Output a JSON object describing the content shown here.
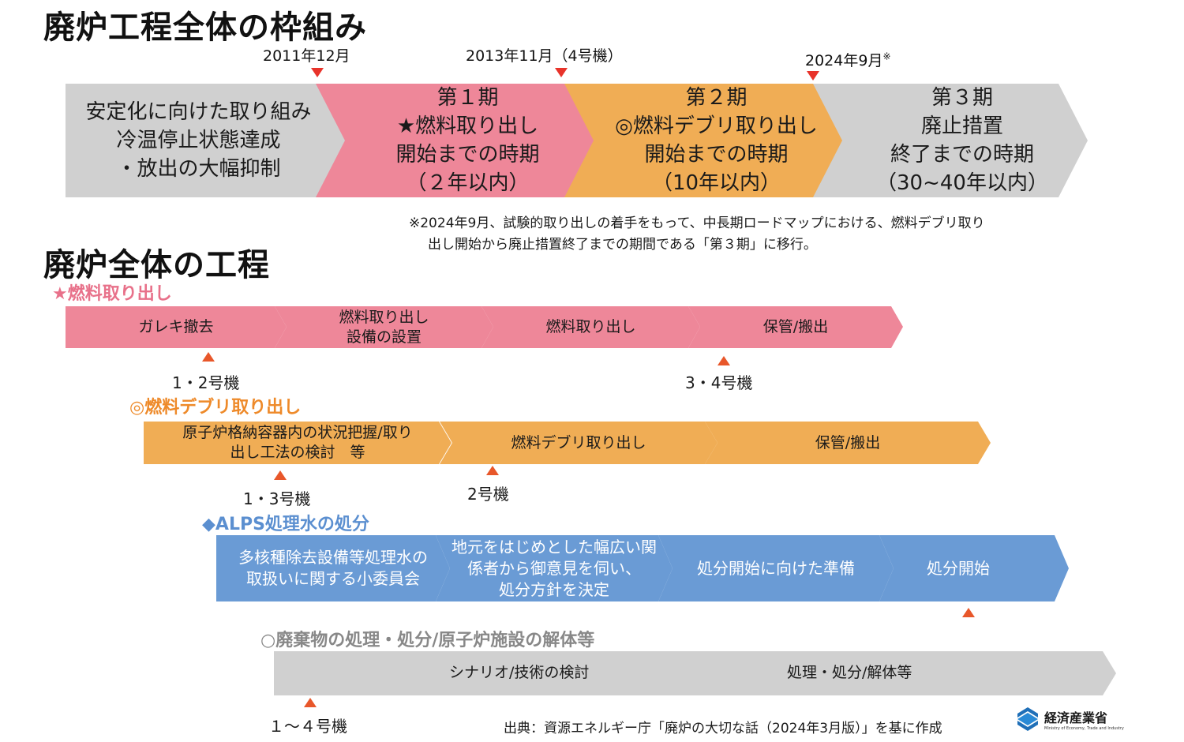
{
  "title_main": "廃炉工程全体の枠組み",
  "title_sub": "廃炉全体の工程",
  "milestones": [
    {
      "date": "2011年12月"
    },
    {
      "date": "2013年11月（4号機）"
    },
    {
      "date": "2024年9月",
      "mark": "※"
    }
  ],
  "phases": [
    {
      "lines": [
        "安定化に向けた取り組み",
        "冷温停止状態達成",
        "・放出の大幅抑制"
      ],
      "color": "#d0d0d0"
    },
    {
      "lines": [
        "第１期",
        "★燃料取り出し",
        "開始までの時期",
        "（２年以内）"
      ],
      "color": "#ee8799"
    },
    {
      "lines": [
        "第２期",
        "◎燃料デブリ取り出し",
        "開始までの時期",
        "（10年以内）"
      ],
      "color": "#f0ad55"
    },
    {
      "lines": [
        "第３期",
        "廃止措置",
        "終了までの時期",
        "（30~40年以内）"
      ],
      "color": "#d0d0d0"
    }
  ],
  "note": {
    "line1": "※2024年9月、試験的取り出しの着手をもって、中長期ロードマップにおける、燃料デブリ取り",
    "line2": "出し開始から廃止措置終了までの期間である「第３期」に移行。"
  },
  "sections": {
    "fuel": {
      "heading": "★燃料取り出し",
      "color": "#ee8799",
      "heading_color": "#e8718a",
      "steps": [
        [
          "ガレキ撤去"
        ],
        [
          "燃料取り出し",
          "設備の設置"
        ],
        [
          "燃料取り出し"
        ],
        [
          "保管/搬出"
        ]
      ],
      "units": [
        "1・2号機",
        "3・4号機"
      ]
    },
    "debris": {
      "heading": "◎燃料デブリ取り出し",
      "color": "#f0ad55",
      "heading_color": "#ee8a2a",
      "steps": [
        [
          "原子炉格納容器内の状況把握/取り",
          "出し工法の検討　等"
        ],
        [
          "燃料デブリ取り出し"
        ],
        [
          "保管/搬出"
        ]
      ],
      "units": [
        "1・3号機",
        "2号機"
      ]
    },
    "alps": {
      "heading": "◆ALPS処理水の処分",
      "color": "#6a9bd5",
      "heading_color": "#5b8fd0",
      "steps": [
        [
          "多核種除去設備等処理水の",
          "取扱いに関する小委員会"
        ],
        [
          "地元をはじめとした幅広い関",
          "係者から御意見を伺い、",
          "処分方針を決定"
        ],
        [
          "処分開始に向けた準備"
        ],
        [
          "処分開始"
        ]
      ]
    },
    "waste": {
      "heading": "○廃棄物の処理・処分/原子炉施設の解体等",
      "color": "#d0d0d0",
      "heading_color": "#888888",
      "steps": [
        [
          "シナリオ/技術の検討"
        ],
        [
          "処理・処分/解体等"
        ]
      ],
      "units": [
        "１～４号機"
      ]
    }
  },
  "source": "出典：資源エネルギー庁「廃炉の大切な話（2024年3月版）」を基に作成",
  "logo": {
    "name": "経済産業省",
    "sub": "Ministry of Economy, Trade and Industry"
  }
}
